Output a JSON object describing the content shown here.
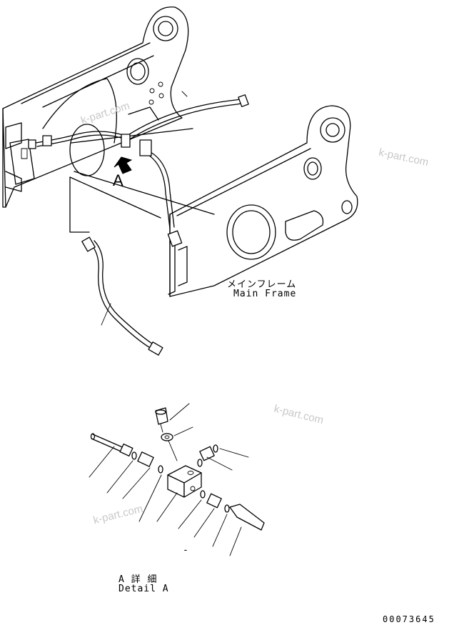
{
  "labels": {
    "main_frame_jp": "メインフレーム",
    "main_frame_en": "Main Frame",
    "view_letter": "A",
    "detail_jp": "A 詳 細",
    "detail_en": "Detail A",
    "drawing_number": "00073645",
    "dash": "-"
  },
  "watermarks": [
    "k-part.com",
    "k-part.com",
    "k-part.com",
    "k-part.com"
  ]
}
